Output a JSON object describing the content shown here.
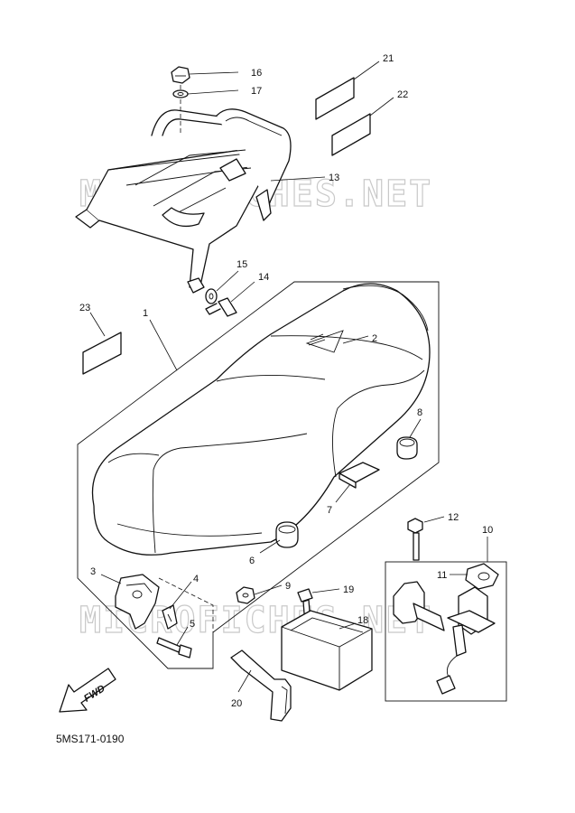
{
  "diagram": {
    "code": "5MS171-0190",
    "watermark": "MICROFICHES.NET",
    "fwd_label": "FWD",
    "callouts": {
      "c1": "1",
      "c2": "2",
      "c3": "3",
      "c4": "4",
      "c5": "5",
      "c6": "6",
      "c7": "7",
      "c8": "8",
      "c9": "9",
      "c10": "10",
      "c11": "11",
      "c12": "12",
      "c13": "13",
      "c14": "14",
      "c15": "15",
      "c16": "16",
      "c17": "17",
      "c18": "18",
      "c19": "19",
      "c20": "20",
      "c21": "21",
      "c22": "22",
      "c23": "23"
    }
  }
}
